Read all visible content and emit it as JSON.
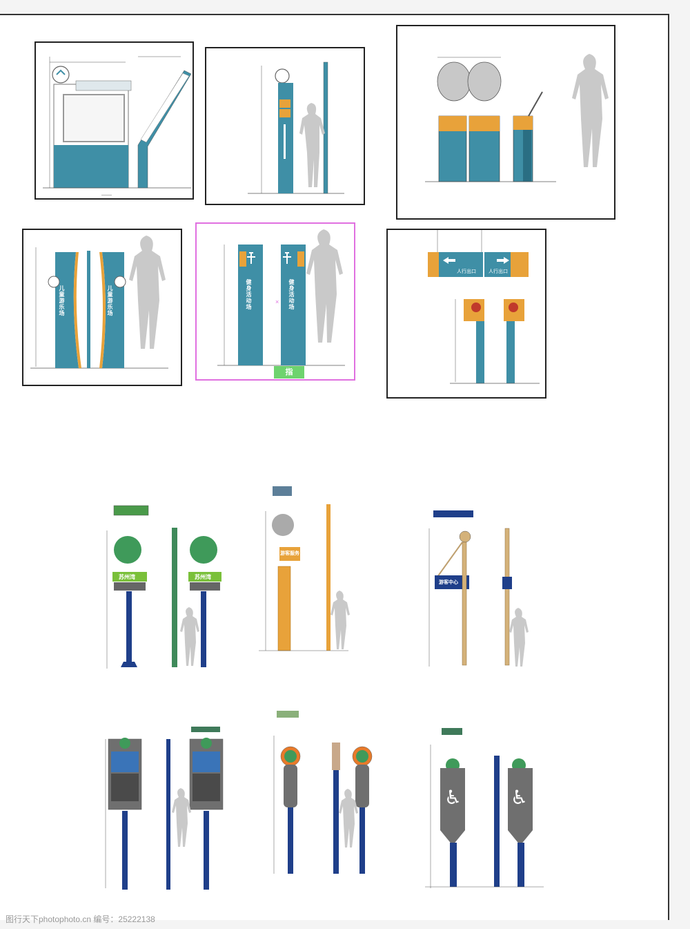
{
  "watermark": "图行天下photophoto.cn 编号：25222138",
  "handle_label": "指",
  "signs": [
    {
      "vertical_text_1": "儿童游乐场",
      "vertical_text_2": "儿童游乐场"
    },
    {
      "vertical_text_1": "健身活动场",
      "vertical_text_2": "健身活动场"
    },
    {
      "arrow_left": "人行出口",
      "arrow_right": "人行出口"
    }
  ],
  "wayfinding": {
    "park_name": "苏州湾",
    "orange_panel": "游客服务",
    "blue_panel": "游客中心"
  },
  "icons": [
    "person-silhouette-icon",
    "wheelchair-icon",
    "recycle-icon",
    "arrow-icon"
  ]
}
